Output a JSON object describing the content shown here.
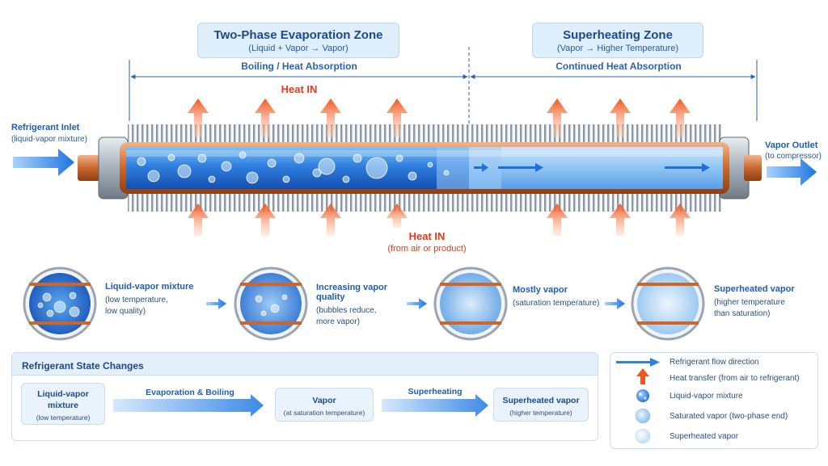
{
  "zones": {
    "two_phase": {
      "title": "Two-Phase Evaporation Zone",
      "subtitle": "(Liquid + Vapor → Vapor)",
      "span_label": "Boiling / Heat Absorption"
    },
    "superheat": {
      "title": "Superheating Zone",
      "subtitle": "(Vapor → Higher Temperature)",
      "span_label": "Continued Heat Absorption"
    }
  },
  "heat": {
    "top_label": "Heat IN",
    "bottom_label": "Heat IN",
    "bottom_sub": "(from air or product)"
  },
  "inlet": {
    "title": "Refrigerant Inlet",
    "subtitle": "(liquid-vapor mixture)"
  },
  "outlet": {
    "title": "Vapor Outlet",
    "subtitle": "(to compressor)"
  },
  "stages": [
    {
      "title": "Liquid-vapor mixture",
      "line1": "(low temperature,",
      "line2": "low quality)"
    },
    {
      "title": "Increasing vapor quality",
      "line1": "(bubbles reduce,",
      "line2": "more vapor)"
    },
    {
      "title": "Mostly vapor",
      "line1": "(saturation temperature)",
      "line2": ""
    },
    {
      "title": "Superheated vapor",
      "line1": "(higher temperature",
      "line2": "than saturation)"
    }
  ],
  "state_changes": {
    "title": "Refrigerant State Changes",
    "boxes": [
      {
        "line1": "Liquid-vapor",
        "line2": "mixture",
        "sub": "(low temperature)"
      },
      {
        "line1": "Vapor",
        "line2": "",
        "sub": "(at saturation temperature)"
      },
      {
        "line1": "Superheated vapor",
        "line2": "",
        "sub": "(higher temperature)"
      }
    ],
    "transitions": [
      "Evaporation & Boiling",
      "Superheating"
    ]
  },
  "legend": [
    {
      "icon": "blue-arrow",
      "label": "Refrigerant flow direction"
    },
    {
      "icon": "orange-arrow",
      "label": "Heat transfer (from air to refrigerant)"
    },
    {
      "icon": "bubble-cluster",
      "label": "Liquid-vapor mixture"
    },
    {
      "icon": "vapor-bubble",
      "label": "Saturated vapor (two-phase end)"
    },
    {
      "icon": "faint-bubble",
      "label": "Superheated vapor"
    }
  ],
  "colors": {
    "heat": "#e03a1a",
    "flow": "#2e7fe0",
    "text": "#1d4f91"
  }
}
